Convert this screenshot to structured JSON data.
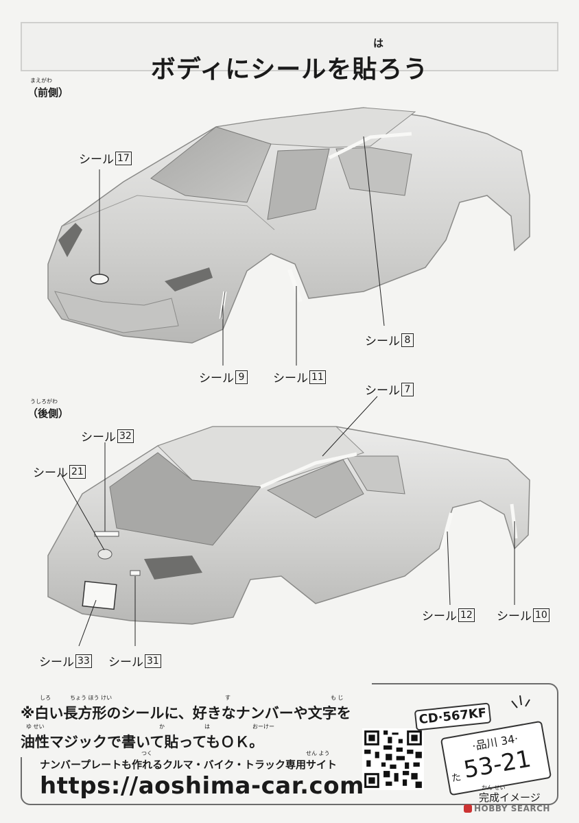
{
  "title": {
    "ruby": "は",
    "text": "ボディにシールを貼ろう"
  },
  "front": {
    "ruby": "まえがわ",
    "label": "（前側）",
    "stickers": [
      {
        "label": "シール",
        "number": "17"
      },
      {
        "label": "シール",
        "number": "8"
      },
      {
        "label": "シール",
        "number": "9"
      },
      {
        "label": "シール",
        "number": "11"
      }
    ]
  },
  "rear": {
    "ruby": "うしろがわ",
    "label": "（後側）",
    "stickers": [
      {
        "label": "シール",
        "number": "7"
      },
      {
        "label": "シール",
        "number": "32"
      },
      {
        "label": "シール",
        "number": "21"
      },
      {
        "label": "シール",
        "number": "12"
      },
      {
        "label": "シール",
        "number": "10"
      },
      {
        "label": "シール",
        "number": "33"
      },
      {
        "label": "シール",
        "number": "31"
      }
    ]
  },
  "note": {
    "line1": "※白い長方形のシールに、好きなナンバーや文字を",
    "line1_ruby": [
      "しろ",
      "ちょう ほう けい",
      "す",
      "も じ"
    ],
    "line2": "油性マジックで書いて貼ってもＯＫ。",
    "line2_ruby": [
      "ゆ せい",
      "か",
      "は",
      "おーけー"
    ]
  },
  "site": {
    "line": "ナンバープレートも作れるクルマ・バイク・トラック専用サイト",
    "ruby": [
      "つく",
      "せん よう"
    ],
    "url": "https://aoshima-car.com"
  },
  "plates": {
    "small": "CD·567KF",
    "region": "·品川 34·",
    "kana": "た",
    "number": "53-21"
  },
  "preview": {
    "ruby": "かん せい",
    "label": "完成イメージ"
  },
  "watermark": "HOBBY SEARCH"
}
